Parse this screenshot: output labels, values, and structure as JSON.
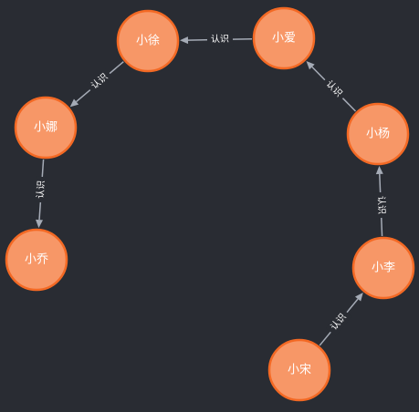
{
  "colors": {
    "background": "#292c33",
    "node_fill": "#f79767",
    "node_border": "#f36924",
    "edge": "#a5abb6",
    "label_text": "#ffffff"
  },
  "nodes": [
    {
      "id": "song",
      "label": "小宋"
    },
    {
      "id": "li",
      "label": "小李"
    },
    {
      "id": "yang",
      "label": "小杨"
    },
    {
      "id": "ai",
      "label": "小爱"
    },
    {
      "id": "xu",
      "label": "小徐"
    },
    {
      "id": "na",
      "label": "小娜"
    },
    {
      "id": "qiao",
      "label": "小乔"
    }
  ],
  "edges": [
    {
      "from": "song",
      "to": "li",
      "label": "认识"
    },
    {
      "from": "li",
      "to": "yang",
      "label": "认识"
    },
    {
      "from": "yang",
      "to": "ai",
      "label": "认识"
    },
    {
      "from": "ai",
      "to": "xu",
      "label": "认识"
    },
    {
      "from": "xu",
      "to": "na",
      "label": "认识"
    },
    {
      "from": "na",
      "to": "qiao",
      "label": "认识"
    }
  ]
}
